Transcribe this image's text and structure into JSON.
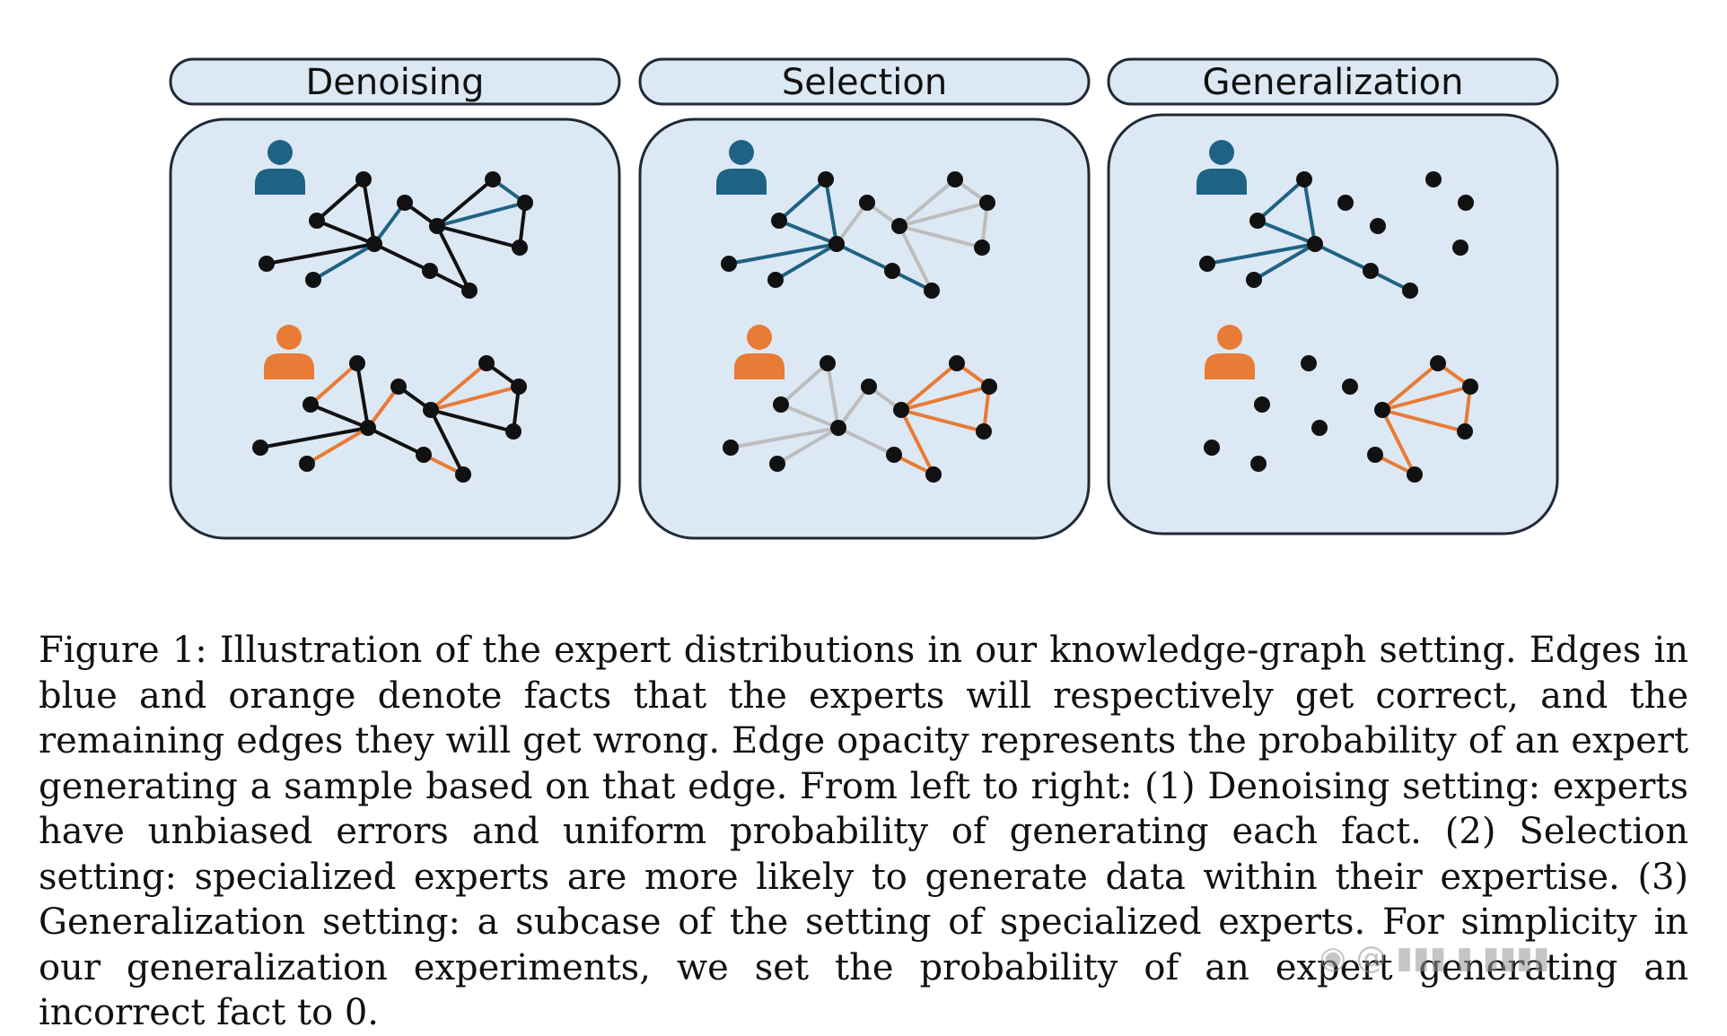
{
  "figure": {
    "panels": [
      {
        "title": "Denoising"
      },
      {
        "title": "Selection"
      },
      {
        "title": "Generalization"
      }
    ],
    "colors": {
      "panel_fill": "#dde8f5",
      "panel_stroke": "#1f2a36",
      "blue": "#1f6384",
      "orange": "#e87b35",
      "gray": "#bdbdbd",
      "black": "#111111"
    },
    "icons": [
      "user-icon-blue",
      "user-icon-orange"
    ]
  },
  "caption": {
    "label": "Figure 1:",
    "text": "Illustration of the expert distributions in our knowledge-graph setting. Edges in blue and orange denote facts that the experts will respectively get correct, and the remaining edges they will get wrong. Edge opacity represents the probability of an expert generating a sample based on that edge. From left to right: (1) Denoising setting: experts have unbiased errors and uniform probability of generating each fact. (2) Selection setting: specialized experts are more likely to generate data within their expertise. (3) Generalization setting: a subcase of the setting of specialized experts. For simplicity in our generalization experiments, we set the probability of an expert generating an incorrect fact to 0."
  }
}
